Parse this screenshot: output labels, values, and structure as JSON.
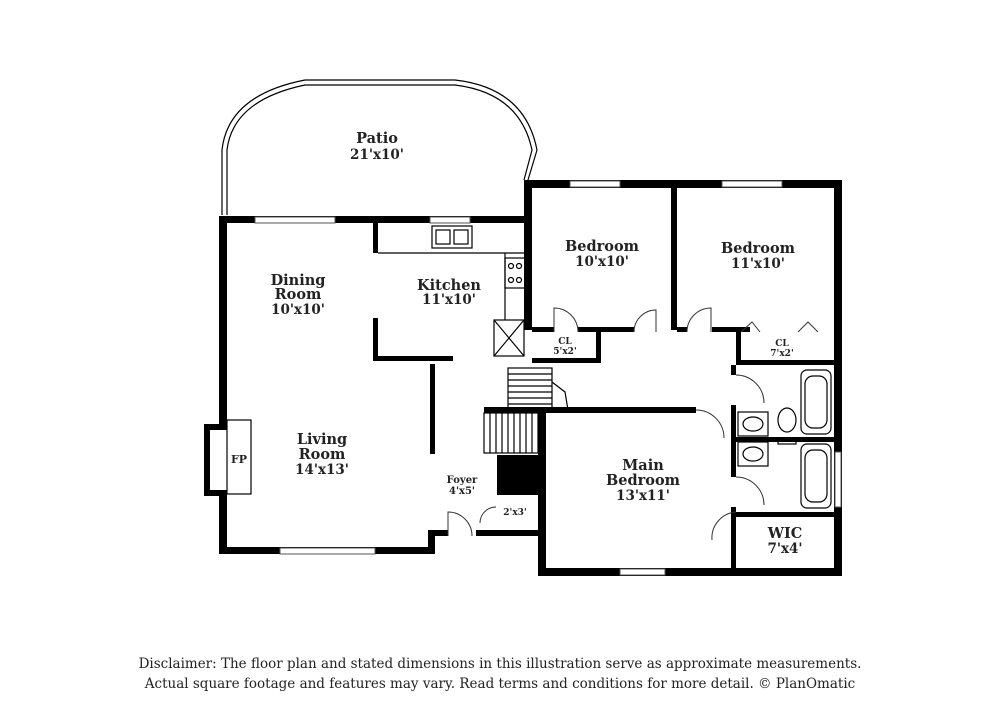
{
  "rooms": {
    "patio": {
      "name": "Patio",
      "dim": "21'x10'"
    },
    "dining": {
      "name_l1": "Dining",
      "name_l2": "Room",
      "dim": "10'x10'"
    },
    "kitchen": {
      "name": "Kitchen",
      "dim": "11'x10'"
    },
    "bedroom1": {
      "name": "Bedroom",
      "dim": "10'x10'"
    },
    "bedroom2": {
      "name": "Bedroom",
      "dim": "11'x10'"
    },
    "cl1": {
      "name": "CL",
      "dim": "5'x2'"
    },
    "cl2": {
      "name": "CL",
      "dim": "7'x2'"
    },
    "living": {
      "name_l1": "Living",
      "name_l2": "Room",
      "dim": "14'x13'"
    },
    "fp": {
      "name": "FP"
    },
    "foyer": {
      "name": "Foyer",
      "dim": "4'x5'"
    },
    "closet_small": {
      "dim": "2'x3'"
    },
    "main_bedroom": {
      "name_l1": "Main",
      "name_l2": "Bedroom",
      "dim": "13'x11'"
    },
    "wic": {
      "name": "WIC",
      "dim": "7'x4'"
    }
  },
  "disclaimer": {
    "line1": "Disclaimer: The floor plan and stated dimensions in this illustration serve as approximate measurements.",
    "line2": "Actual square footage and features may vary. Read terms and conditions for more detail. © PlanOmatic"
  }
}
